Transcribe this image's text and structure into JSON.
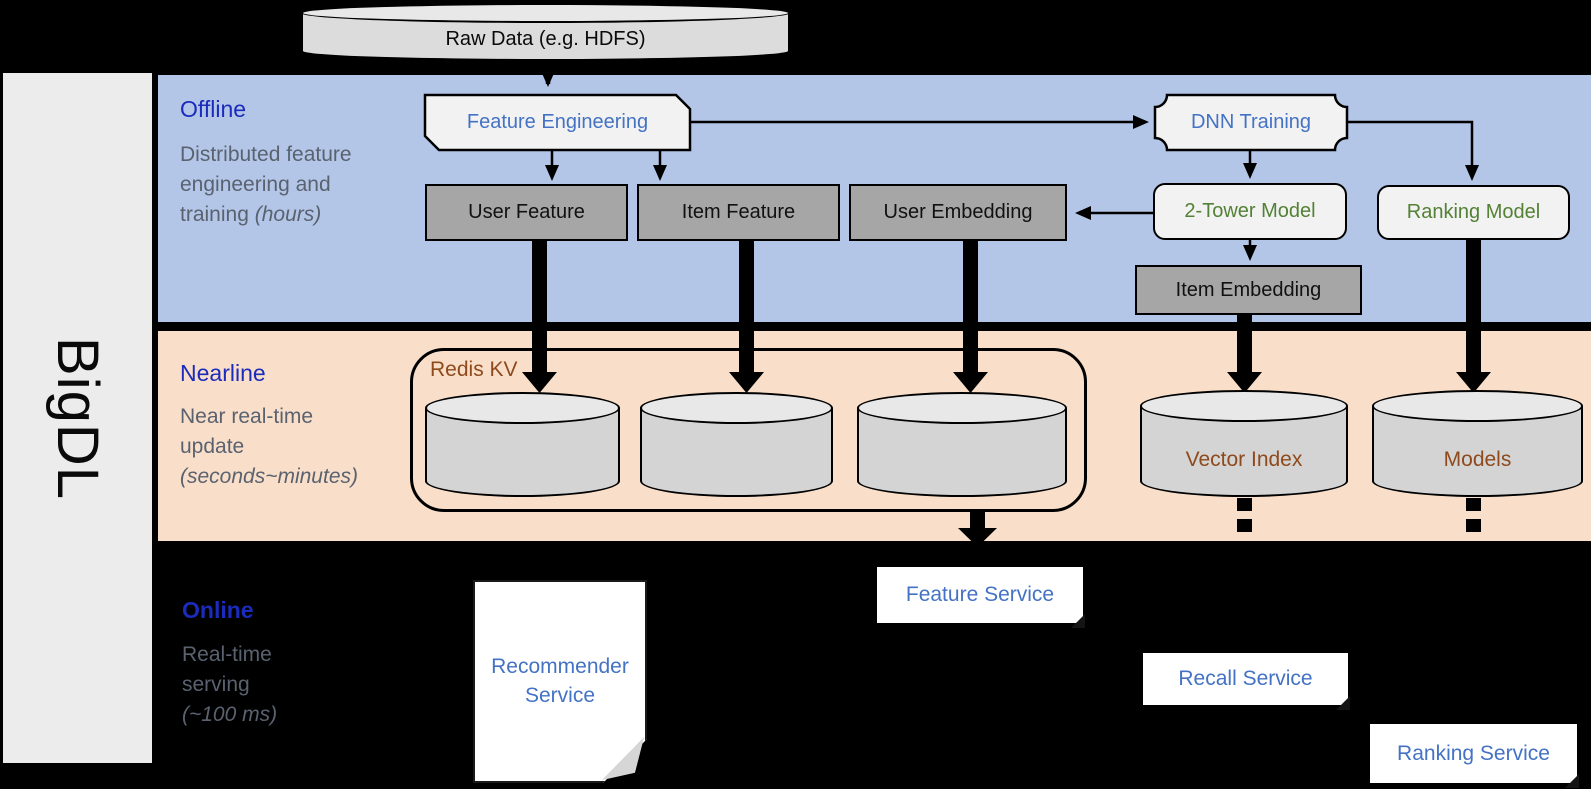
{
  "diagram": {
    "brand": "BigDL",
    "source_label": "Raw Data (e.g. HDFS)",
    "lanes": {
      "offline": {
        "title": "Offline",
        "desc": "Distributed feature engineering and training",
        "note": "(hours)"
      },
      "nearline": {
        "title": "Nearline",
        "desc": "Near real-time update",
        "note": "(seconds~minutes)"
      },
      "online": {
        "title": "Online",
        "desc": "Real-time serving",
        "note": "(~100 ms)"
      }
    },
    "nodes": {
      "feature_engineering": "Feature Engineering",
      "dnn_training": "DNN Training",
      "user_feature": "User Feature",
      "item_feature": "Item Feature",
      "user_embedding": "User Embedding",
      "two_tower_model": "2-Tower Model",
      "ranking_model": "Ranking Model",
      "item_embedding": "Item Embedding",
      "redis_kv": "Redis KV",
      "vector_index": "Vector Index",
      "models": "Models",
      "recommender_service": "Recommender Service",
      "feature_service": "Feature Service",
      "recall_service": "Recall Service",
      "ranking_service": "Ranking Service"
    },
    "colors": {
      "canvas_bg": "#000000",
      "offline_bg": "#B3C6E7",
      "nearline_bg": "#F9DFC9",
      "sidebar_bg": "#ECECEC",
      "lane_title_blue": "#1B2BBC",
      "lane_desc_gray": "#5A6270",
      "process_blue": "#4472C4",
      "model_green": "#538135",
      "store_brown": "#8E4A1C",
      "gray_box_fill": "#A6A6A6",
      "light_box_fill": "#F2F2F2"
    }
  }
}
